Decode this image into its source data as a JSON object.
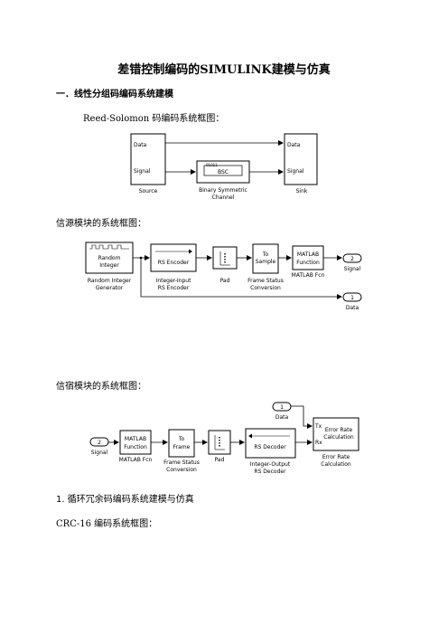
{
  "doc": {
    "title": "差错控制编码的SIMULINK建模与仿真",
    "section1": "一．线性分组码编码系统建模",
    "rs_caption": "Reed-Solomon 码编码系统框图：",
    "source_caption": "信源模块的系统框图：",
    "sink_caption": "信宿模块的系统框图：",
    "section2": "1.   循环冗余码编码系统建模与仿真",
    "crc_caption": "CRC-16 编码系统框图："
  },
  "diagram1": {
    "source_port_data": "Data",
    "source_port_signal": "Signal",
    "source_label": "Source",
    "bsc_block": "BSC",
    "bsc_label_1": "Binary Symmetric",
    "bsc_label_2": "Channel",
    "sink_port_data": "Data",
    "sink_port_signal": "Signal",
    "sink_label": "Sink"
  },
  "diagram2": {
    "gen_text_1": "Random",
    "gen_text_2": "Integer",
    "gen_label_1": "Random Integer",
    "gen_label_2": "Generator",
    "enc_text": "RS Encoder",
    "enc_label_1": "Integer-Input",
    "enc_label_2": "RS Encoder",
    "pad_label": "Pad",
    "tosample_text_1": "To",
    "tosample_text_2": "Sample",
    "tosample_label_1": "Frame Status",
    "tosample_label_2": "Conversion",
    "matlab_text_1": "MATLAB",
    "matlab_text_2": "Function",
    "matlab_label": "MATLAB Fcn",
    "out2_num": "2",
    "out2_label": "Signal",
    "out1_num": "1",
    "out1_label": "Data"
  },
  "diagram3": {
    "in1_num": "1",
    "in1_label": "Data",
    "in2_num": "2",
    "in2_label": "Signal",
    "matlab_text_1": "MATLAB",
    "matlab_text_2": "Function",
    "matlab_label": "MATLAB Fcn",
    "toframe_text_1": "To",
    "toframe_text_2": "Frame",
    "toframe_label_1": "Frame Status",
    "toframe_label_2": "Conversion",
    "pad_label": "Pad",
    "dec_text": "RS Decoder",
    "dec_label_1": "Integer-Output",
    "dec_label_2": "RS Decoder",
    "err_port_tx": "Tx",
    "err_port_rx": "Rx",
    "err_text_1": "Error Rate",
    "err_text_2": "Calculation",
    "err_label_1": "Error Rate",
    "err_label_2": "Calculation"
  }
}
